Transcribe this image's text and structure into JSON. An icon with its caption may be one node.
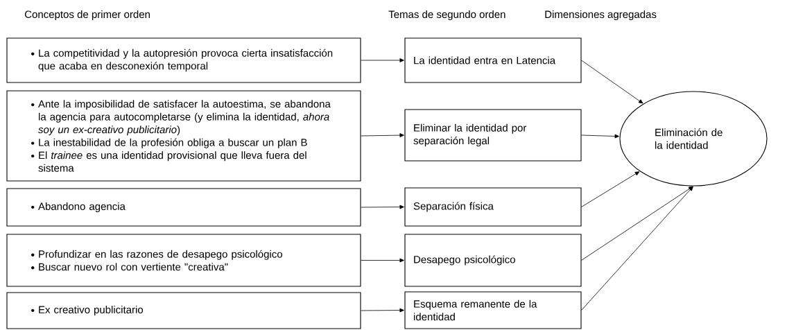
{
  "diagram": {
    "nodes": [
      {
        "text": [
          "La competitividad y la autopresión provoca cierta insatisfacción que acaba en desconexión temporal"
        ]
      },
      {
        "text": [
          "Ante la imposibilidad de satisfacer la autoestima, se abandona la agencia para autocompletarse (y elimina la identidad, *ahora soy un ex-creativo publicitario*)",
          "La inestabilidad de la profesión obliga a buscar un plan B",
          "El *trainee* es una identidad provisional que lleva fuera del sistema"
        ]
      },
      {
        "text": [
          "Abandono agencia"
        ]
      },
      {
        "text": [
          "Profundizar en las razones de desapego psicológico",
          "Buscar nuevo rol con vertiente \"creativa\""
        ]
      },
      {
        "text": [
          "Ex creativo publicitario"
        ]
      },
      {
        "text": [
          "La identidad entra en Latencia"
        ]
      },
      {
        "text": [
          "Eliminar la identidad por separación legal"
        ]
      },
      {
        "text": [
          "Separación física"
        ]
      },
      {
        "text": [
          "Desapego psicológico"
        ]
      },
      {
        "text": [
          "Esquema remanente de la identidad"
        ]
      },
      {
        "text": [
          "Eliminación de la identidad"
        ]
      }
    ],
    "edges": [
      {
        "from": 0,
        "to": 5,
        "arrow": "to"
      },
      {
        "from": 1,
        "to": 6,
        "arrow": "to"
      },
      {
        "from": 2,
        "to": 7,
        "arrow": "to"
      },
      {
        "from": 3,
        "to": 8,
        "arrow": "to"
      },
      {
        "from": 4,
        "to": 9,
        "arrow": "to"
      },
      {
        "from": 5,
        "to": 10,
        "arrow": "to"
      },
      {
        "from": 6,
        "to": 10,
        "arrow": "to"
      },
      {
        "from": 7,
        "to": 10,
        "arrow": "to"
      },
      {
        "from": 8,
        "to": 10,
        "arrow": "to"
      },
      {
        "from": 9,
        "to": 10,
        "arrow": "to"
      }
    ],
    "labels": [
      "Conceptos de primer orden",
      "Temas de segundo orden",
      "Dimensiones agregadas"
    ]
  }
}
